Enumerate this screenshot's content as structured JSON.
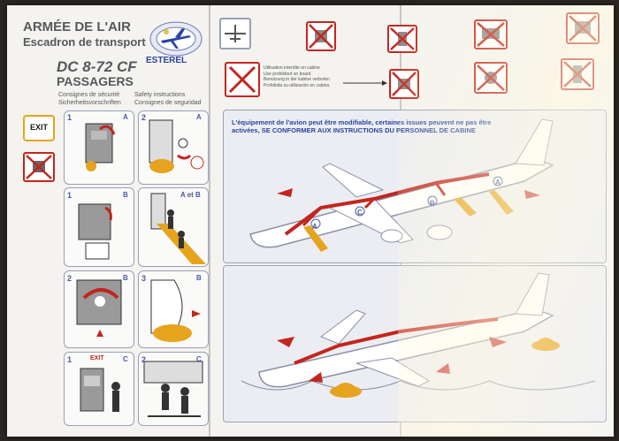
{
  "header": {
    "line1": "ARMÉE DE L'AIR",
    "line2": "Escadron de transport",
    "aircraft": "DC 8-72 CF",
    "passengers": "PASSAGERS",
    "logo_text": "ESTEREL"
  },
  "safety_labels": {
    "fr": "Consignes de sécurité",
    "en": "Safety instructions",
    "de": "Sicherheitsvorschriften",
    "es": "Consignes de seguridad"
  },
  "exit_label": "EXIT",
  "prohibited_text": [
    "Utilisation interdite en cabine",
    "Use prohibited on board",
    "Benutzung in der kabine verboten",
    "Prohibida su utilización en cabina"
  ],
  "warning_text": "L'équipement de l'avion peut être modifiable, certaines issues peuvent ne pas être activées, SE CONFORMER AUX INSTRUCTIONS DU PERSONNEL DE CABINE",
  "panels": [
    {
      "step": "1",
      "badge": "A",
      "sign": ""
    },
    {
      "step": "2",
      "badge": "A",
      "sign": ""
    },
    {
      "step": "1",
      "badge": "B",
      "sign": ""
    },
    {
      "step": "",
      "badge": "A et B",
      "sign": ""
    },
    {
      "step": "2",
      "badge": "B",
      "sign": ""
    },
    {
      "step": "3",
      "badge": "B",
      "sign": ""
    },
    {
      "step": "1",
      "badge": "C",
      "sign": "EXIT"
    },
    {
      "step": "2",
      "badge": "C",
      "sign": ""
    }
  ],
  "diagram_labels": {
    "a": "A",
    "b": "B",
    "c": "C"
  },
  "colors": {
    "accent_red": "#c2261e",
    "label_blue": "#2b44a0",
    "slide_orange": "#e6a31e"
  },
  "icons": [
    "no-electronics-icon",
    "no-phone-icon",
    "no-laptop-icon",
    "no-game-icon",
    "no-radio-icon",
    "no-cd-icon",
    "no-remote-icon",
    "no-camera-icon"
  ]
}
